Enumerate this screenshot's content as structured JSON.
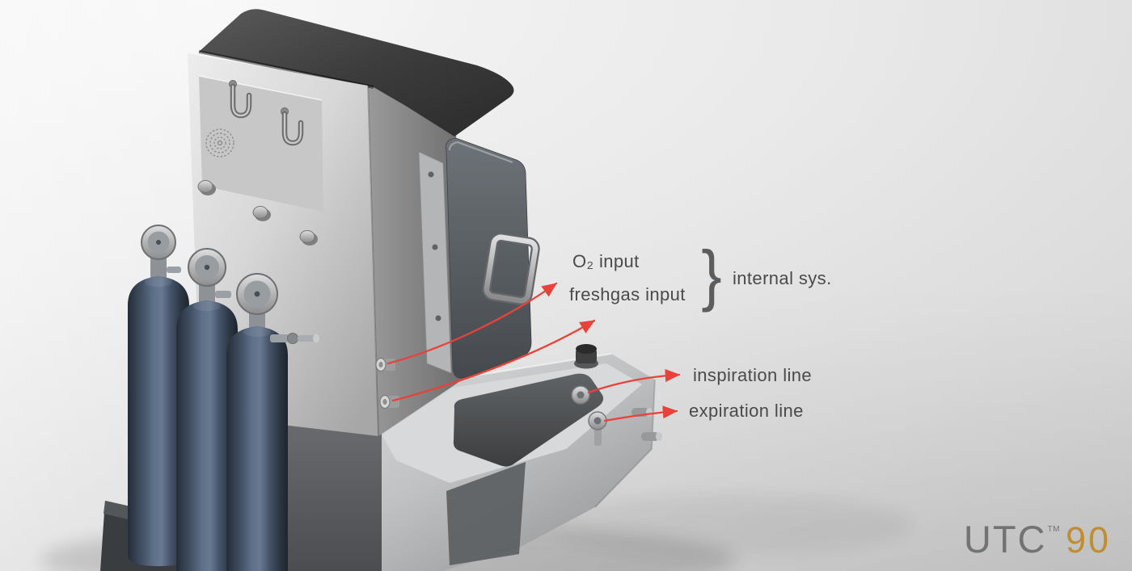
{
  "annotations": {
    "o2_input": "O₂ input",
    "freshgas_input": "freshgas input",
    "brace": "}",
    "internal_sys": "internal sys.",
    "inspiration_line": "inspiration line",
    "expiration_line": "expiration line"
  },
  "brand": {
    "name": "UTC",
    "tm": "TM",
    "model": "90"
  },
  "colors": {
    "annotation_red": "#e8423a",
    "label_gray": "#4a4a4a",
    "brand_gray": "#717375",
    "brand_gold": "#c08e2e"
  }
}
